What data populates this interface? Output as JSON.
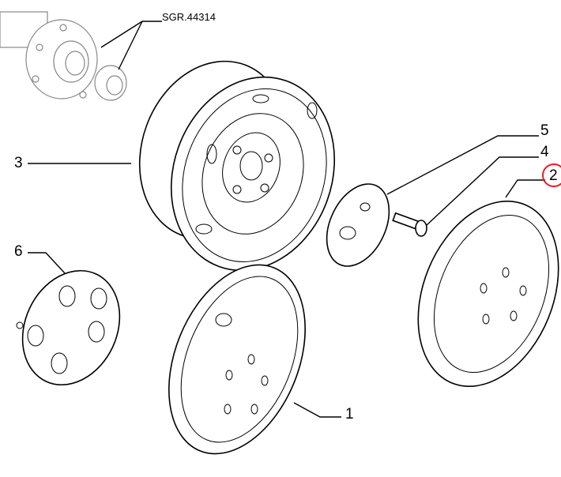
{
  "reference_code": "SGR.44314",
  "callouts": {
    "hubcap": "1",
    "hubcap_alt": "2",
    "wheel": "3",
    "bolt": "4",
    "plate": "5",
    "center_cap": "6"
  },
  "highlight_color": "#e0202a"
}
